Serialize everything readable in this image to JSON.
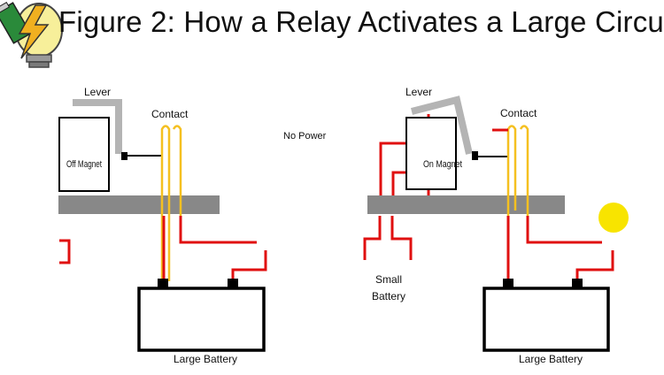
{
  "title": "Figure 2: How a Relay Activates a Large Circu",
  "logo_icon": "lightbulb-battery-icon",
  "colors": {
    "wire_red": "#e01010",
    "wire_yellow": "#f5c020",
    "lever_gray": "#b4b4b4",
    "base_gray": "#888888",
    "bulb_yellow": "#f8e400",
    "outline": "#000000"
  },
  "left_panel": {
    "lever_label": "Lever",
    "contact_label": "Contact",
    "magnet_label": "Off Magnet",
    "battery_label": "Large Battery"
  },
  "status_text": "No Power",
  "right_panel": {
    "lever_label": "Lever",
    "contact_label": "Contact",
    "magnet_label": "On Magnet",
    "small_battery_label_1": "Small",
    "small_battery_label_2": "Battery",
    "battery_label": "Large Battery"
  }
}
